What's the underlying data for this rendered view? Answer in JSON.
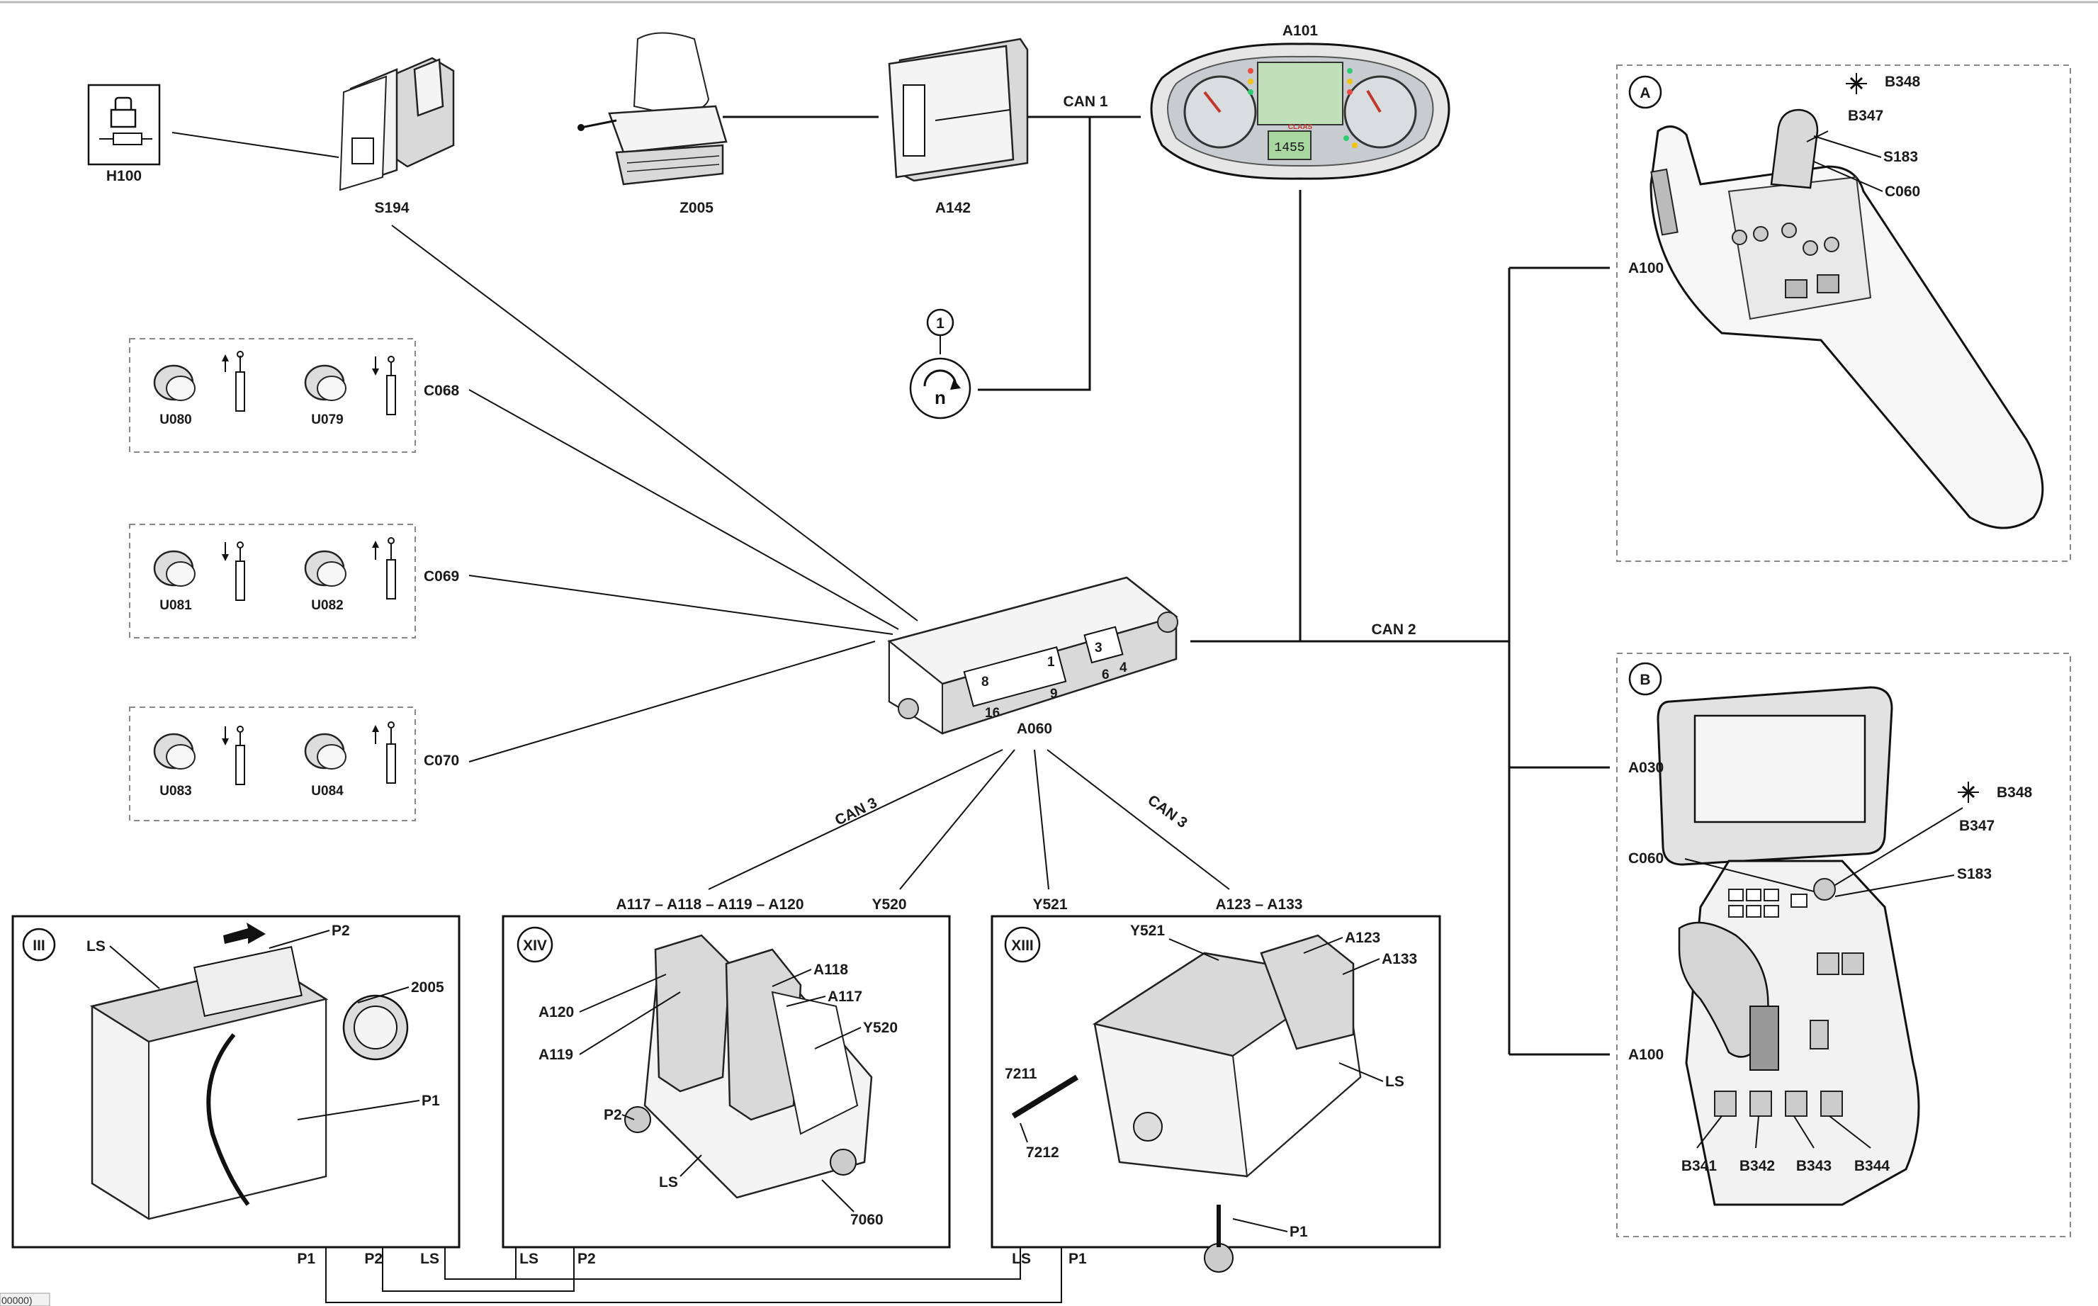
{
  "components": {
    "a101": "A101",
    "a142": "A142",
    "z005": "Z005",
    "s194": "S194",
    "h100": "H100",
    "a060": "A060",
    "c068": "C068",
    "c069": "C069",
    "c070": "C070",
    "u080": "U080",
    "u079": "U079",
    "u081": "U081",
    "u082": "U082",
    "u083": "U083",
    "u084": "U084",
    "marker_1": "1"
  },
  "bus": {
    "can1": "CAN 1",
    "can2": "CAN 2",
    "can3_left": "CAN 3",
    "can3_right": "CAN 3"
  },
  "ecu_connectors": {
    "pin8": "8",
    "pin1": "1",
    "pin16": "16",
    "pin9": "9",
    "pin3": "3",
    "pin6": "6",
    "pin4": "4"
  },
  "dashboard": {
    "display_value": "1455",
    "brand": "CLAAS"
  },
  "panel_a": {
    "badge": "A",
    "b348": "B348",
    "b347": "B347",
    "s183": "S183",
    "c060": "C060",
    "a100": "A100"
  },
  "panel_b": {
    "badge": "B",
    "b348": "B348",
    "b347": "B347",
    "c060": "C060",
    "s183": "S183",
    "a030": "A030",
    "a100": "A100",
    "b341": "B341",
    "b342": "B342",
    "b343": "B343",
    "b344": "B344"
  },
  "panel_iii": {
    "badge": "III",
    "header": "A117 – A118 – A119 – A120",
    "ls": "LS",
    "p2": "P2",
    "n2005": "2005",
    "p1": "P1",
    "port_p1": "P1",
    "port_p2": "P2",
    "port_ls": "LS"
  },
  "panel_xiv": {
    "badge": "XIV",
    "header": "Y520",
    "a120": "A120",
    "a119": "A119",
    "a118": "A118",
    "a117": "A117",
    "y520": "Y520",
    "p2": "P2",
    "ls": "LS",
    "n7060": "7060",
    "port_ls": "LS",
    "port_p2": "P2"
  },
  "panel_xiii": {
    "badge": "XIII",
    "header_left": "Y521",
    "header_right": "A123 – A133",
    "y521": "Y521",
    "a123": "A123",
    "a133": "A133",
    "n7211": "7211",
    "n7212": "7212",
    "ls": "LS",
    "p1": "P1",
    "port_ls": "LS",
    "port_p1": "P1"
  },
  "footer_code": "00000)"
}
